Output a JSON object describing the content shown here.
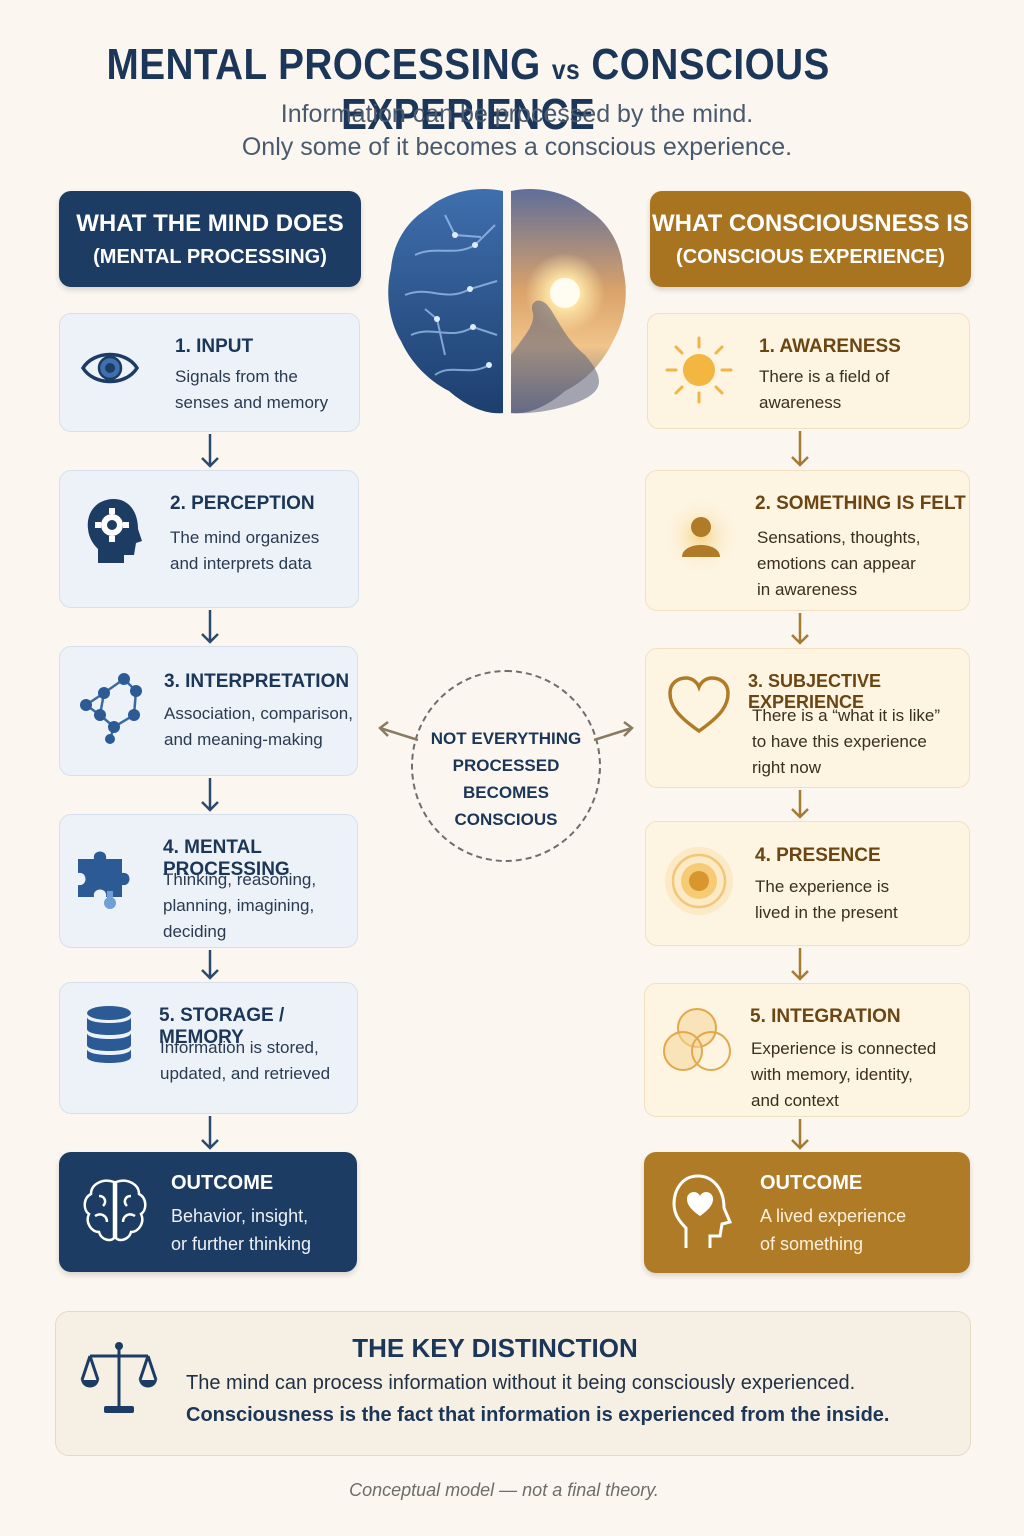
{
  "header": {
    "title_left": "MENTAL PROCESSING",
    "title_vs": "vs",
    "title_right": "CONSCIOUS EXPERIENCE",
    "subtitle_line1": "Information can be processed by the mind.",
    "subtitle_line2": "Only some of it becomes a conscious experience."
  },
  "left_column": {
    "heading_line1": "WHAT THE MIND DOES",
    "heading_line2": "(MENTAL PROCESSING)",
    "steps": [
      {
        "title": "1. INPUT",
        "desc": "Signals from the\nsenses and memory",
        "icon": "eye-icon"
      },
      {
        "title": "2. PERCEPTION",
        "desc": "The mind organizes\nand interprets data",
        "icon": "head-gear-icon"
      },
      {
        "title": "3. INTERPRETATION",
        "desc": "Association, comparison,\nand meaning-making",
        "icon": "network-icon"
      },
      {
        "title": "4. MENTAL PROCESSING",
        "desc": "Thinking, reasoning,\nplanning, imagining,\ndeciding",
        "icon": "puzzle-icon"
      },
      {
        "title": "5. STORAGE / MEMORY",
        "desc": "Information is stored,\nupdated, and retrieved",
        "icon": "database-icon"
      }
    ],
    "outcome": {
      "title": "OUTCOME",
      "desc": "Behavior, insight,\nor further thinking",
      "icon": "brain-outline-icon"
    }
  },
  "right_column": {
    "heading_line1": "WHAT CONSCIOUSNESS IS",
    "heading_line2": "(CONSCIOUS EXPERIENCE)",
    "steps": [
      {
        "title": "1. AWARENESS",
        "desc": "There is a field of\nawareness",
        "icon": "sun-icon"
      },
      {
        "title": "2. SOMETHING IS FELT",
        "desc": "Sensations, thoughts,\nemotions can appear\nin awareness",
        "icon": "person-glow-icon"
      },
      {
        "title": "3. SUBJECTIVE EXPERIENCE",
        "desc": "There is a “what it is like”\nto have this experience\nright now",
        "icon": "heart-icon"
      },
      {
        "title": "4. PRESENCE",
        "desc": "The experience is\nlived in the present",
        "icon": "concentric-circles-icon"
      },
      {
        "title": "5. INTEGRATION",
        "desc": "Experience is connected\nwith memory, identity,\nand context",
        "icon": "venn-icon"
      }
    ],
    "outcome": {
      "title": "OUTCOME",
      "desc": "A lived experience\nof something",
      "icon": "head-heart-icon"
    }
  },
  "center": {
    "text": "NOT EVERYTHING\nPROCESSED\nBECOMES\nCONSCIOUS"
  },
  "key": {
    "title": "THE KEY DISTINCTION",
    "line1": "The mind can process information without it being consciously experienced.",
    "line2": "Consciousness is the fact that information is experienced from the inside.",
    "icon": "scales-icon"
  },
  "footer": "Conceptual model — not a final theory.",
  "colors": {
    "navy": "#1c3c64",
    "gold": "#a97420",
    "background": "#fbf7f0"
  }
}
